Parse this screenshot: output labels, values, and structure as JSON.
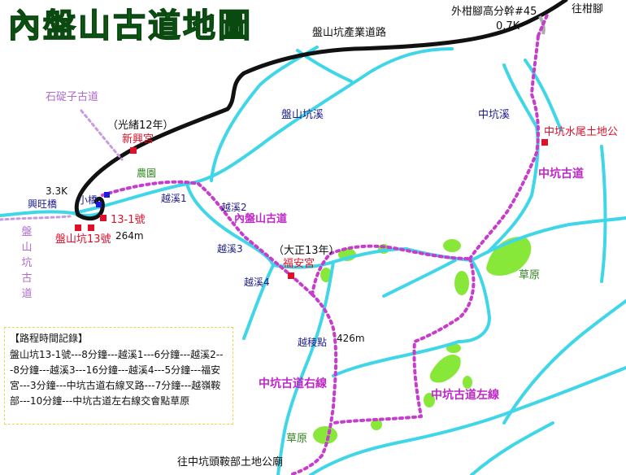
{
  "map": {
    "title": "內盤山古道地圖",
    "roads": {
      "industrial_road": "盤山坑產業道路",
      "top_junction": "外柑腳高分幹#45",
      "top_distance": "0.7K",
      "to_ganjiao": "往柑腳"
    },
    "left": {
      "shiding_trail": "石碇子古道",
      "pankeng_trail": "盤山坑古道",
      "km_marker": "3.3K",
      "bridge_xingwang": "興旺橋",
      "bridge_small": "小橋",
      "house_13_1": "13-1號",
      "house_13": "盤山坑13號",
      "elevation_264": "264m"
    },
    "temples": {
      "xinxing_year": "（光緒12年）",
      "xinxing_name": "新興宮",
      "fuan_year": "（大正13年）",
      "fuan_name": "福安宮",
      "tudigong": "中坑水尾土地公",
      "to_bottom": "往中坑頭鞍部土地公廟"
    },
    "streams": {
      "panshan_stream": "盤山坑溪",
      "zhongkeng_stream": "中坑溪",
      "crossing1": "越溪1",
      "crossing2": "越溪2",
      "crossing3": "越溪3",
      "crossing4": "越溪4"
    },
    "trails": {
      "inner_panshan": "內盤山古道",
      "zhongkeng": "中坑古道",
      "right_line": "中坑古道右線",
      "left_line": "中坑古道左線"
    },
    "areas": {
      "farm": "農園",
      "grassland_right": "草原",
      "grassland_bottom": "草原",
      "ridge_point": "越稜點",
      "elevation_426": "426m"
    },
    "time_log": {
      "heading": "【路程時間記錄】",
      "body": "盤山坑13-1號---8分鐘---越溪1---6分鐘---越溪2---8分鐘---越溪3---16分鐘---越溪4---5分鐘---福安宮---3分鐘---中坑古道右線叉路---7分鐘---越嶺鞍部---10分鐘---中坑古道左右線交會點草原"
    },
    "colors": {
      "stream": "#3fd6e8",
      "road": "#111111",
      "trail": "#c83ccd",
      "side_trail": "#c89ae0",
      "grass": "#88e83a",
      "marker": "#e0102a",
      "title": "#1a9a2a",
      "box_border": "#e8d84a"
    }
  }
}
